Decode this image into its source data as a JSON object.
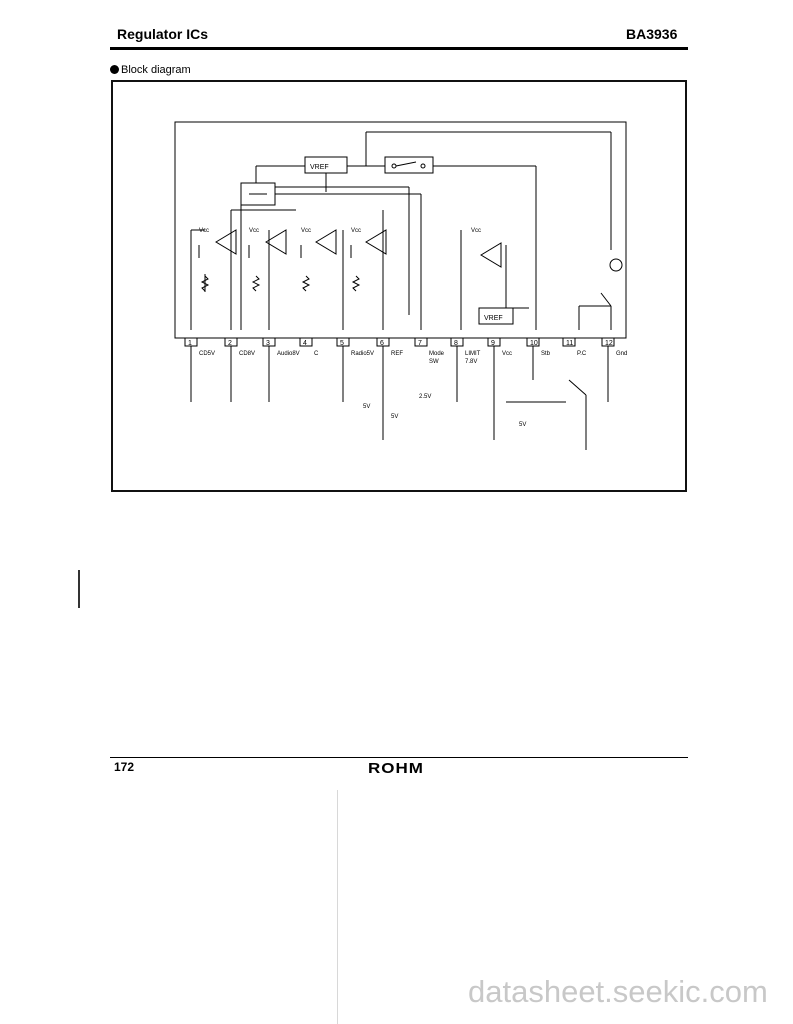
{
  "header": {
    "title": "Regulator ICs",
    "part_number": "BA3936"
  },
  "section": {
    "label": "Block diagram"
  },
  "diagram": {
    "blocks": {
      "vref_top": "VREF",
      "vref_right": "VREF"
    },
    "vcc_label": "Vcc",
    "pins": [
      {
        "num": "1",
        "name": "CD5V"
      },
      {
        "num": "2",
        "name": "CD8V"
      },
      {
        "num": "3",
        "name": "Audio8V"
      },
      {
        "num": "4",
        "name": "C"
      },
      {
        "num": "5",
        "name": "Radio5V"
      },
      {
        "num": "6",
        "name": "REF"
      },
      {
        "num": "7",
        "name": "Mode SW"
      },
      {
        "num": "8",
        "name": "LIMIT 7.8V"
      },
      {
        "num": "9",
        "name": "Vcc"
      },
      {
        "num": "10",
        "name": "Stb"
      },
      {
        "num": "11",
        "name": "P.C"
      },
      {
        "num": "12",
        "name": "Gnd"
      }
    ],
    "voltages": {
      "ref": "5V",
      "mode_a": "5V",
      "mode_b": "2.5V",
      "stb": "5V"
    }
  },
  "footer": {
    "page_number": "172",
    "brand": "ROHM"
  },
  "watermark": "datasheet.seekic.com",
  "colors": {
    "ink": "#000000",
    "watermark": "#c8c8c8"
  }
}
